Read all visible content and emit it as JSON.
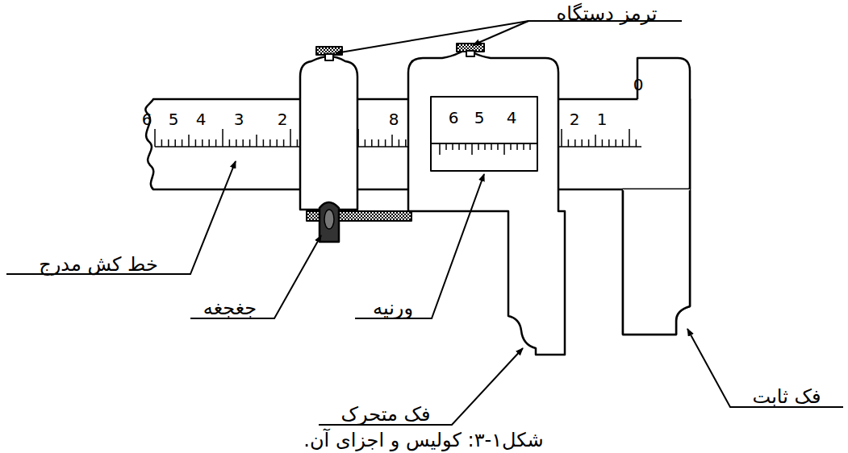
{
  "diagram": {
    "caption": "شکل۱-۳: کولیس و اجزای آن.",
    "labels": [
      "ترمز دستگاه",
      "6",
      "5",
      "4",
      "3",
      "2",
      "8",
      "6",
      "5",
      "4",
      "2",
      "1",
      "0",
      "خط کش مدرج",
      "جغجغه",
      "ورنیه",
      "فک ثابت",
      "فک متحرک"
    ]
  }
}
